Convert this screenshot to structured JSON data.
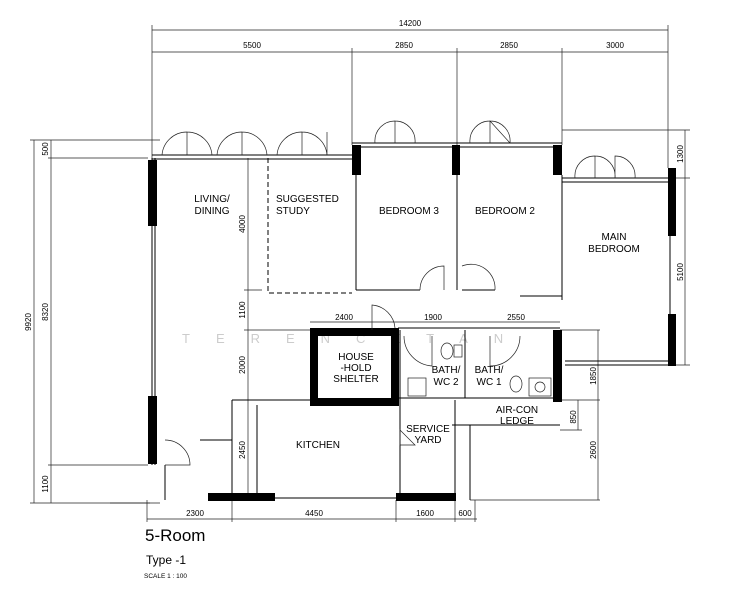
{
  "plan": {
    "title": "5-Room",
    "type": "Type -1",
    "scale": "SCALE  1 : 100",
    "watermark": "TERENCETAN"
  },
  "rooms": {
    "living": [
      "LIVING/",
      "DINING"
    ],
    "study": [
      "SUGGESTED",
      "STUDY"
    ],
    "bedroom3": "BEDROOM 3",
    "bedroom2": "BEDROOM 2",
    "main_bedroom": [
      "MAIN",
      "BEDROOM"
    ],
    "shelter": [
      "HOUSE",
      "-HOLD",
      "SHELTER"
    ],
    "bath2": [
      "BATH/",
      "WC 2"
    ],
    "bath1": [
      "BATH/",
      "WC 1"
    ],
    "kitchen": "KITCHEN",
    "service_yard": [
      "SERVICE",
      "YARD"
    ],
    "aircon_ledge": [
      "AIR-CON",
      "LEDGE"
    ]
  },
  "dimensions": {
    "top_total": "14200",
    "top": [
      "5500",
      "2850",
      "2850",
      "3000"
    ],
    "left_total": "9920",
    "left": [
      "500",
      "8320",
      "1100"
    ],
    "inner_left": [
      "4000",
      "1100",
      "2000",
      "2450"
    ],
    "middle": [
      "2400",
      "1900",
      "2550"
    ],
    "right": [
      "1300",
      "5100"
    ],
    "right_lower": [
      "1850",
      "850",
      "2600"
    ],
    "bottom": [
      "2300",
      "4450",
      "1600",
      "600"
    ]
  }
}
